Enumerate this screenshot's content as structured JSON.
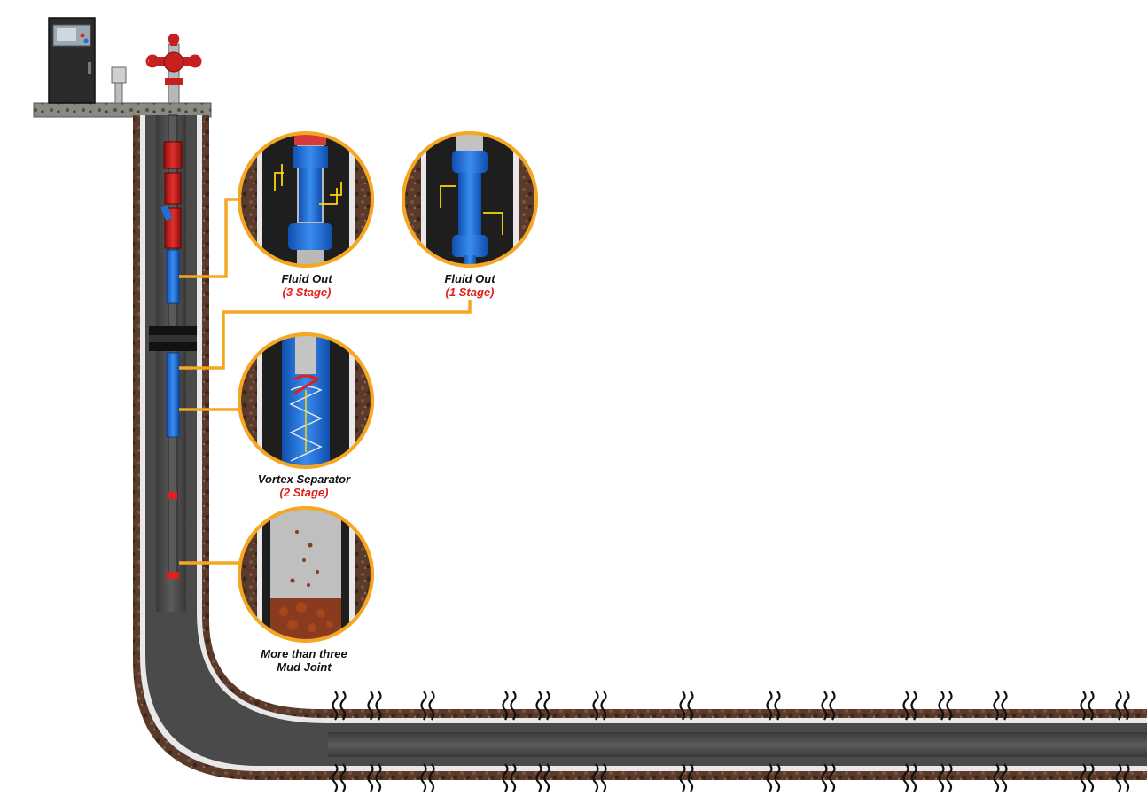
{
  "colors": {
    "accent_orange": "#f5a623",
    "stage_red": "#e0201b",
    "tool_blue": "#1f6fd6",
    "pipe_dark": "#3c3c3c",
    "rock_brown": "#5a3a2a"
  },
  "callouts": [
    {
      "id": "fluid-out-3",
      "title": "Fluid Out",
      "subtitle": "(3 Stage)"
    },
    {
      "id": "fluid-out-1",
      "title": "Fluid Out",
      "subtitle": "(1 Stage)"
    },
    {
      "id": "vortex-separator",
      "title": "Vortex Separator",
      "subtitle": "(2 Stage)"
    },
    {
      "id": "mud-joint",
      "title": "More than three",
      "subtitle": "Mud Joint"
    }
  ],
  "icons": [
    "control-panel-icon",
    "gauge-icon",
    "wellhead-valve-icon",
    "fracture-icon"
  ]
}
